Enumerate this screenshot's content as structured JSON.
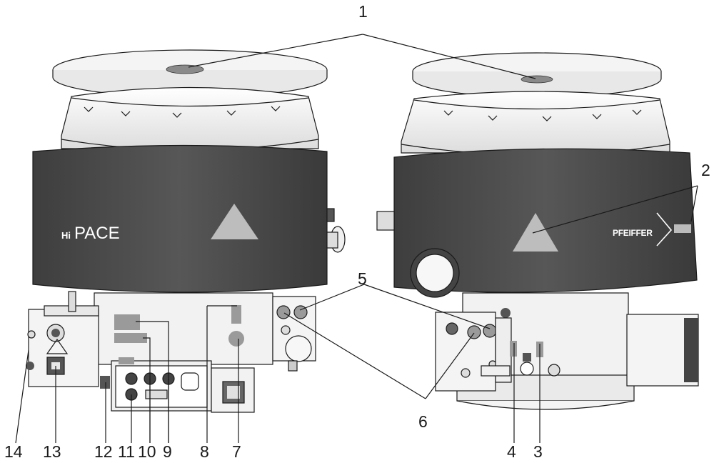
{
  "labels": {
    "left_brand_hi": "Hi",
    "left_brand_pace": "PACE",
    "right_brand": "PFEIFFER"
  },
  "callouts": [
    {
      "id": "1",
      "text": "1"
    },
    {
      "id": "2",
      "text": "2"
    },
    {
      "id": "3",
      "text": "3"
    },
    {
      "id": "4",
      "text": "4"
    },
    {
      "id": "5",
      "text": "5"
    },
    {
      "id": "6",
      "text": "6"
    },
    {
      "id": "7",
      "text": "7"
    },
    {
      "id": "8",
      "text": "8"
    },
    {
      "id": "9",
      "text": "9"
    },
    {
      "id": "10",
      "text": "10"
    },
    {
      "id": "11",
      "text": "11"
    },
    {
      "id": "12",
      "text": "12"
    },
    {
      "id": "13",
      "text": "13"
    },
    {
      "id": "14",
      "text": "14"
    }
  ],
  "colors": {
    "body_dark": "#4a4a4a",
    "body_light": "#f2f2f2",
    "label_patch": "#9a9a9a",
    "line": "#1a1a1a"
  }
}
